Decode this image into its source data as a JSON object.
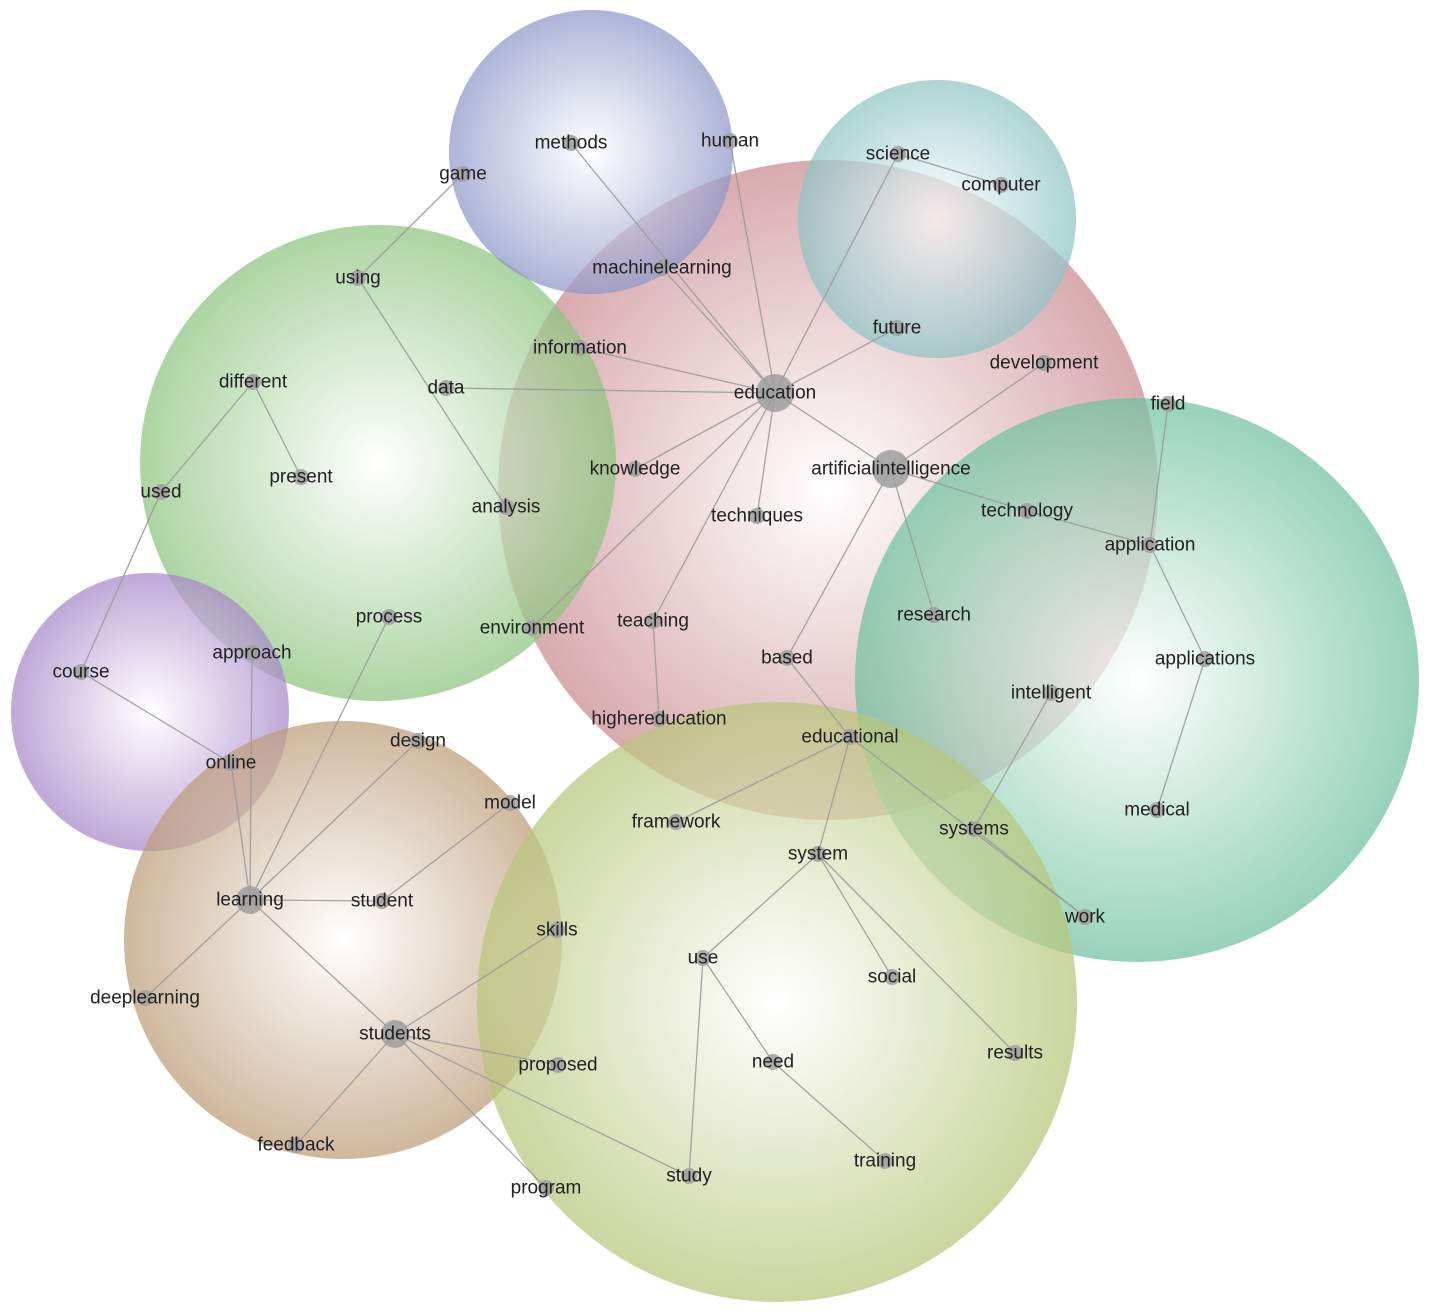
{
  "clusters": [
    {
      "id": "topic-pink",
      "color": "#c98a8f"
    },
    {
      "id": "topic-green",
      "color": "#8cc47e"
    },
    {
      "id": "topic-blue",
      "color": "#8e97c9"
    },
    {
      "id": "topic-cyan",
      "color": "#8ec4c4"
    },
    {
      "id": "topic-teal",
      "color": "#6fc19f"
    },
    {
      "id": "topic-purple",
      "color": "#a687c8"
    },
    {
      "id": "topic-brown",
      "color": "#bd9c77"
    },
    {
      "id": "topic-olive",
      "color": "#b7c67a"
    }
  ],
  "nodes": [
    {
      "id": "education",
      "label": "education",
      "size": "large"
    },
    {
      "id": "artificialintelligence",
      "label": "artificialintelligence",
      "size": "large"
    },
    {
      "id": "machinelearning",
      "label": "machinelearning",
      "size": "small"
    },
    {
      "id": "information",
      "label": "information",
      "size": "small"
    },
    {
      "id": "knowledge",
      "label": "knowledge",
      "size": "small"
    },
    {
      "id": "techniques",
      "label": "techniques",
      "size": "small"
    },
    {
      "id": "environment",
      "label": "environment",
      "size": "small"
    },
    {
      "id": "teaching",
      "label": "teaching",
      "size": "small"
    },
    {
      "id": "highereducation",
      "label": "highereducation",
      "size": "small"
    },
    {
      "id": "based",
      "label": "based",
      "size": "small"
    },
    {
      "id": "research",
      "label": "research",
      "size": "small"
    },
    {
      "id": "development",
      "label": "development",
      "size": "small"
    },
    {
      "id": "future",
      "label": "future",
      "size": "small"
    },
    {
      "id": "science",
      "label": "science",
      "size": "small"
    },
    {
      "id": "computer",
      "label": "computer",
      "size": "small"
    },
    {
      "id": "methods",
      "label": "methods",
      "size": "small"
    },
    {
      "id": "human",
      "label": "human",
      "size": "small"
    },
    {
      "id": "game",
      "label": "game",
      "size": "small"
    },
    {
      "id": "using",
      "label": "using",
      "size": "small"
    },
    {
      "id": "different",
      "label": "different",
      "size": "small"
    },
    {
      "id": "present",
      "label": "present",
      "size": "small"
    },
    {
      "id": "used",
      "label": "used",
      "size": "small"
    },
    {
      "id": "data",
      "label": "data",
      "size": "small"
    },
    {
      "id": "analysis",
      "label": "analysis",
      "size": "small"
    },
    {
      "id": "process",
      "label": "process",
      "size": "small"
    },
    {
      "id": "approach",
      "label": "approach",
      "size": "small"
    },
    {
      "id": "course",
      "label": "course",
      "size": "small"
    },
    {
      "id": "online",
      "label": "online",
      "size": "small"
    },
    {
      "id": "design",
      "label": "design",
      "size": "small"
    },
    {
      "id": "model",
      "label": "model",
      "size": "small"
    },
    {
      "id": "learning",
      "label": "learning",
      "size": "medium"
    },
    {
      "id": "student",
      "label": "student",
      "size": "small"
    },
    {
      "id": "deeplearning",
      "label": "deeplearning",
      "size": "small"
    },
    {
      "id": "students",
      "label": "students",
      "size": "medium"
    },
    {
      "id": "feedback",
      "label": "feedback",
      "size": "small"
    },
    {
      "id": "program",
      "label": "program",
      "size": "small"
    },
    {
      "id": "proposed",
      "label": "proposed",
      "size": "small"
    },
    {
      "id": "skills",
      "label": "skills",
      "size": "small"
    },
    {
      "id": "study",
      "label": "study",
      "size": "small"
    },
    {
      "id": "framework",
      "label": "framework",
      "size": "small"
    },
    {
      "id": "educational",
      "label": "educational",
      "size": "small"
    },
    {
      "id": "system",
      "label": "system",
      "size": "small"
    },
    {
      "id": "use",
      "label": "use",
      "size": "small"
    },
    {
      "id": "social",
      "label": "social",
      "size": "small"
    },
    {
      "id": "need",
      "label": "need",
      "size": "small"
    },
    {
      "id": "results",
      "label": "results",
      "size": "small"
    },
    {
      "id": "training",
      "label": "training",
      "size": "small"
    },
    {
      "id": "technology",
      "label": "technology",
      "size": "small"
    },
    {
      "id": "application",
      "label": "application",
      "size": "small"
    },
    {
      "id": "field",
      "label": "field",
      "size": "small"
    },
    {
      "id": "applications",
      "label": "applications",
      "size": "small"
    },
    {
      "id": "intelligent",
      "label": "intelligent",
      "size": "small"
    },
    {
      "id": "medical",
      "label": "medical",
      "size": "small"
    },
    {
      "id": "systems",
      "label": "systems",
      "size": "small"
    },
    {
      "id": "work",
      "label": "work",
      "size": "small"
    }
  ],
  "edges": [
    [
      "education",
      "machinelearning"
    ],
    [
      "education",
      "information"
    ],
    [
      "education",
      "knowledge"
    ],
    [
      "education",
      "techniques"
    ],
    [
      "education",
      "environment"
    ],
    [
      "education",
      "teaching"
    ],
    [
      "education",
      "artificialintelligence"
    ],
    [
      "education",
      "data"
    ],
    [
      "education",
      "methods"
    ],
    [
      "education",
      "human"
    ],
    [
      "education",
      "science"
    ],
    [
      "education",
      "future"
    ],
    [
      "science",
      "computer"
    ],
    [
      "artificialintelligence",
      "development"
    ],
    [
      "artificialintelligence",
      "research"
    ],
    [
      "artificialintelligence",
      "based"
    ],
    [
      "artificialintelligence",
      "technology"
    ],
    [
      "technology",
      "application"
    ],
    [
      "application",
      "field"
    ],
    [
      "application",
      "applications"
    ],
    [
      "applications",
      "medical"
    ],
    [
      "teaching",
      "highereducation"
    ],
    [
      "game",
      "using"
    ],
    [
      "using",
      "analysis"
    ],
    [
      "different",
      "present"
    ],
    [
      "different",
      "used"
    ],
    [
      "used",
      "course"
    ],
    [
      "course",
      "online"
    ],
    [
      "approach",
      "learning"
    ],
    [
      "online",
      "learning"
    ],
    [
      "process",
      "learning"
    ],
    [
      "design",
      "learning"
    ],
    [
      "learning",
      "student"
    ],
    [
      "model",
      "student"
    ],
    [
      "learning",
      "deeplearning"
    ],
    [
      "learning",
      "students"
    ],
    [
      "students",
      "feedback"
    ],
    [
      "students",
      "program"
    ],
    [
      "students",
      "proposed"
    ],
    [
      "students",
      "study"
    ],
    [
      "students",
      "skills"
    ],
    [
      "based",
      "educational"
    ],
    [
      "educational",
      "framework"
    ],
    [
      "educational",
      "system"
    ],
    [
      "educational",
      "work"
    ],
    [
      "system",
      "use"
    ],
    [
      "system",
      "social"
    ],
    [
      "system",
      "results"
    ],
    [
      "use",
      "need"
    ],
    [
      "use",
      "study"
    ],
    [
      "need",
      "training"
    ],
    [
      "intelligent",
      "systems"
    ],
    [
      "systems",
      "work"
    ]
  ]
}
